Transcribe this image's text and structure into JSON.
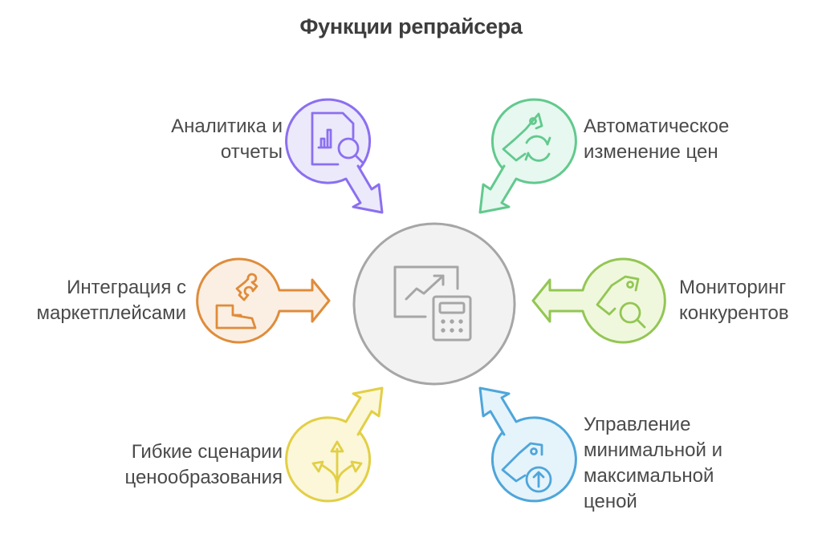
{
  "title": "Функции репрайсера",
  "center": {
    "icon": "chart-calculator-icon",
    "fill": "#f2f2f2",
    "stroke": "#a6a6a6"
  },
  "nodes": [
    {
      "id": "analytics",
      "label_lines": [
        "Аналитика и",
        "отчеты"
      ],
      "icon": "document-chart-search-icon",
      "fill": "#ece9fb",
      "stroke": "#8b6ff0",
      "position": "top-left"
    },
    {
      "id": "auto-pricing",
      "label_lines": [
        "Автоматическое",
        "изменение цен"
      ],
      "icon": "price-tag-refresh-icon",
      "fill": "#e6f8ef",
      "stroke": "#62c98e",
      "position": "top-right"
    },
    {
      "id": "integration",
      "label_lines": [
        "Интеграция с",
        "маркетплейсами"
      ],
      "icon": "hand-puzzle-icon",
      "fill": "#fbefe3",
      "stroke": "#df8c3b",
      "position": "middle-left"
    },
    {
      "id": "monitoring",
      "label_lines": [
        "Мониторинг",
        "конкурентов"
      ],
      "icon": "price-tag-search-icon",
      "fill": "#eff8dd",
      "stroke": "#93c653",
      "position": "middle-right"
    },
    {
      "id": "scenarios",
      "label_lines": [
        "Гибкие сценарии",
        "ценообразования"
      ],
      "icon": "split-arrows-icon",
      "fill": "#fbf7d8",
      "stroke": "#e2cf45",
      "position": "bottom-left"
    },
    {
      "id": "min-max",
      "label_lines": [
        "Управление",
        "минимальной и",
        "максимальной",
        "ценой"
      ],
      "icon": "price-tag-up-icon",
      "fill": "#e5f3fb",
      "stroke": "#4ea6da",
      "position": "bottom-right"
    }
  ]
}
